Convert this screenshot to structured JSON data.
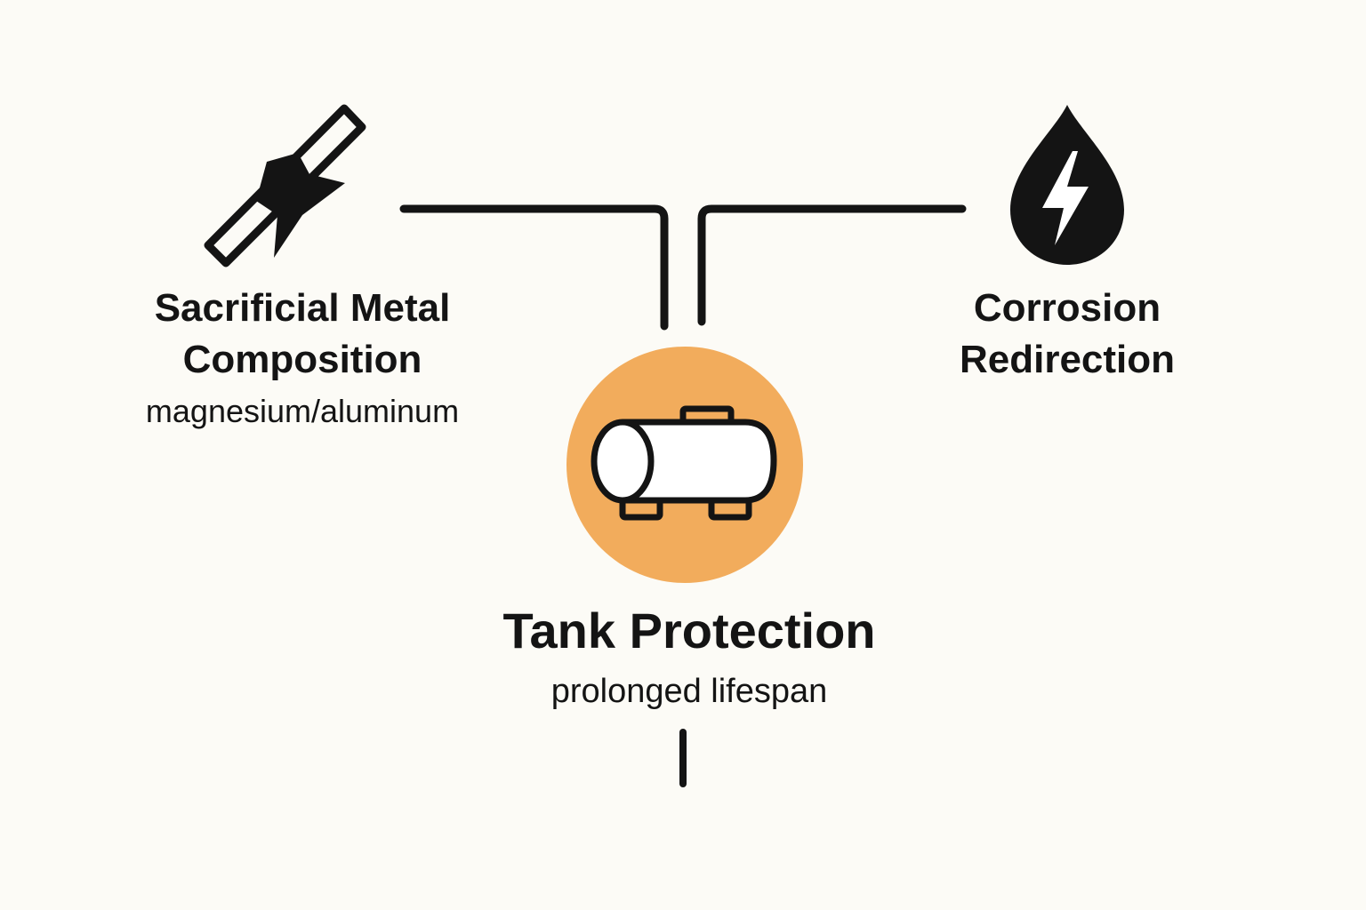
{
  "nodes": {
    "sacrificial": {
      "title_line1": "Sacrificial Metal",
      "title_line2": "Composition",
      "subtitle": "magnesium/aluminum",
      "icon": "anode-rod-icon"
    },
    "corrosion": {
      "title_line1": "Corrosion",
      "title_line2": "Redirection",
      "icon": "water-drop-lightning-icon"
    },
    "tank": {
      "title": "Tank Protection",
      "subtitle": "prolonged lifespan",
      "icon": "tank-icon"
    }
  },
  "colors": {
    "background": "#fcfbf6",
    "ink": "#141414",
    "accent": "#f2ac5c"
  }
}
